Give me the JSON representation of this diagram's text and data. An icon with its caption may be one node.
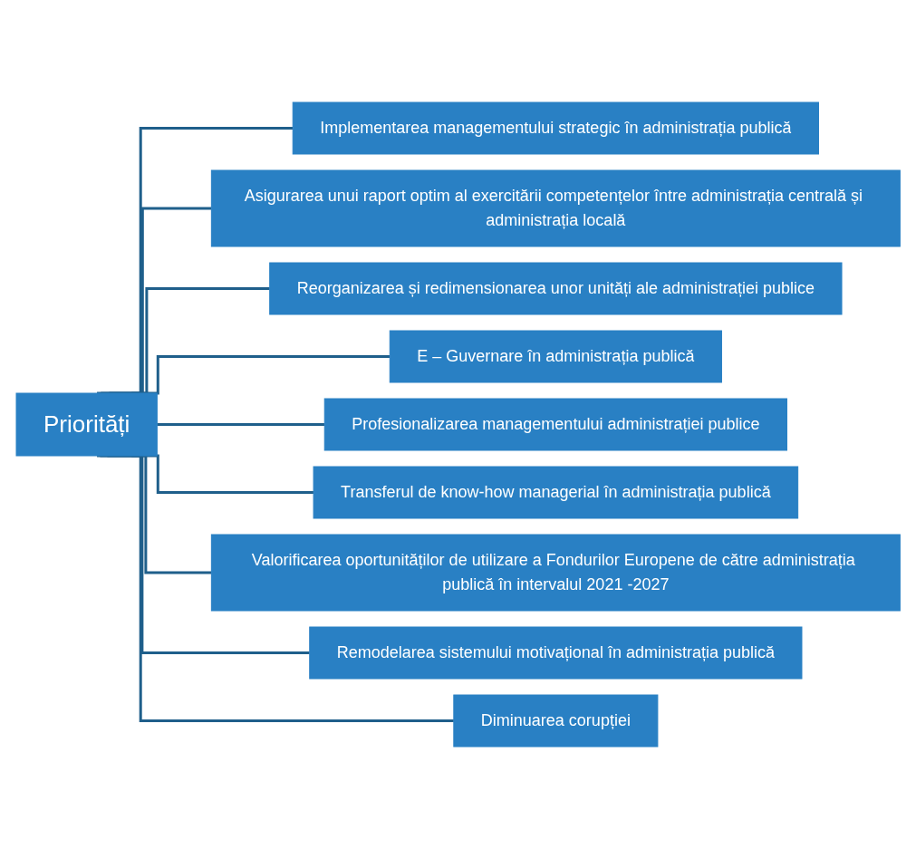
{
  "diagram": {
    "nodes": [
      {
        "text": [
          "Priorități"
        ]
      },
      {
        "text": [
          "Implementarea managementului strategic în administrația publică"
        ]
      },
      {
        "text": [
          "Asigurarea unui raport optim al exercitării competențelor între administrația centrală și administrația locală"
        ]
      },
      {
        "text": [
          "Reorganizarea și redimensionarea unor unități ale administrației publice"
        ]
      },
      {
        "text": [
          "E – Guvernare în administrația publică"
        ]
      },
      {
        "text": [
          "Profesionalizarea managementului administrației publice"
        ]
      },
      {
        "text": [
          "Transferul de know-how managerial în administrația publică"
        ]
      },
      {
        "text": [
          "Valorificarea oportunităților de utilizare a Fondurilor Europene de către administrația publică în intervalul 2021 -2027"
        ]
      },
      {
        "text": [
          "Remodelarea sistemului motivațional în administrația publică"
        ]
      },
      {
        "text": [
          "Diminuarea corupției"
        ]
      }
    ],
    "edges": [
      {
        "from": 0,
        "to": 1,
        "arrow": "none"
      },
      {
        "from": 0,
        "to": 2,
        "arrow": "none"
      },
      {
        "from": 0,
        "to": 3,
        "arrow": "none"
      },
      {
        "from": 0,
        "to": 4,
        "arrow": "none"
      },
      {
        "from": 0,
        "to": 5,
        "arrow": "none"
      },
      {
        "from": 0,
        "to": 6,
        "arrow": "none"
      },
      {
        "from": 0,
        "to": 7,
        "arrow": "none"
      },
      {
        "from": 0,
        "to": 8,
        "arrow": "none"
      },
      {
        "from": 0,
        "to": 9,
        "arrow": "none"
      }
    ]
  }
}
